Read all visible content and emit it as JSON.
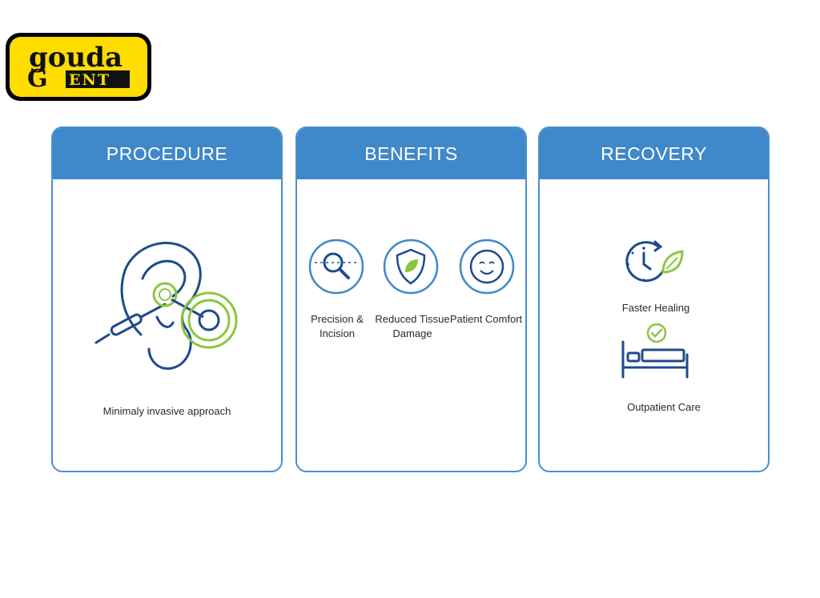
{
  "logo": {
    "word": "gouda",
    "suffix": "ENT"
  },
  "colors": {
    "header": "#3f88c9",
    "navy": "#1f4a8c",
    "green": "#8cc63f"
  },
  "procedure": {
    "title": "PROCEDURE",
    "caption": "Minimaly invasive approach",
    "icon": "ear-procedure-icon"
  },
  "benefits": {
    "title": "BENEFITS",
    "items": [
      {
        "line1": "Precision &",
        "line2": "Incision",
        "icon": "magnifier-icon"
      },
      {
        "line1": "Reduced Tissue",
        "line2": "Damage",
        "icon": "shield-leaf-icon"
      },
      {
        "line1": "Patient Comfort",
        "line2": "",
        "icon": "smiley-icon"
      }
    ]
  },
  "recovery": {
    "title": "RECOVERY",
    "items": [
      {
        "label": "Faster Healing",
        "icon": "clock-leaf-icon"
      },
      {
        "label": "Outpatient Care",
        "icon": "bed-check-icon"
      }
    ]
  }
}
